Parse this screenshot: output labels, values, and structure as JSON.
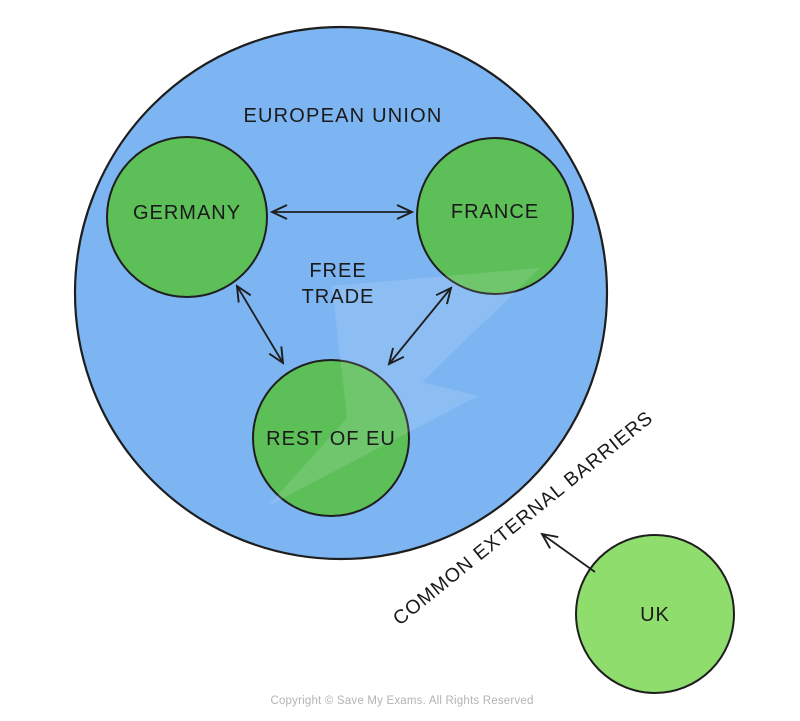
{
  "diagram": {
    "title": "EUROPEAN UNION",
    "free_trade": [
      "FREE",
      "TRADE"
    ],
    "nodes": {
      "germany": "GERMANY",
      "france": "FRANCE",
      "rest_of_eu": "REST OF EU",
      "uk": "UK"
    },
    "external_barriers_label": "COMMON EXTERNAL BARRIERS",
    "colors": {
      "eu_circle_fill": "#7db5f2",
      "member_circle_fill": "#5cbf58",
      "uk_circle_fill": "#8edd6d",
      "outline": "#1e1e1e",
      "label_text": "#1a1a1a",
      "copyright_text": "#b4b4b4"
    }
  },
  "footer": {
    "copyright": "Copyright © Save My Exams. All Rights Reserved"
  }
}
